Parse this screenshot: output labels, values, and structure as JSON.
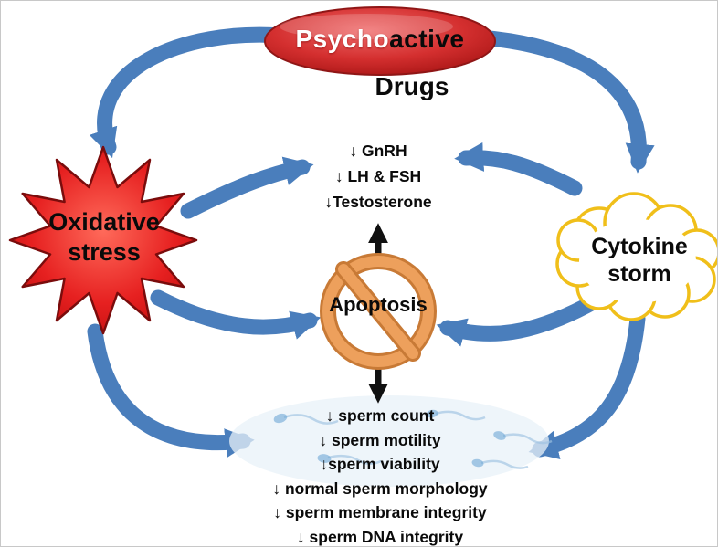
{
  "diagram": {
    "drugs_node": {
      "highlight": "Psycho",
      "rest": "active",
      "line2": "Drugs"
    },
    "oxidative_node": {
      "line1": "Oxidative",
      "line2": "stress"
    },
    "cytokine_node": {
      "line1": "Cytokine",
      "line2": "storm"
    },
    "hormone_effects": {
      "items": [
        "↓ GnRH",
        "↓ LH & FSH",
        "↓Testosterone"
      ]
    },
    "apoptosis_label": "Apoptosis",
    "sperm_effects": {
      "items": [
        "↓ sperm count",
        "↓ sperm motility",
        "↓sperm viability",
        "↓ normal sperm morphology",
        "↓ sperm membrane integrity",
        "↓ sperm DNA integrity"
      ]
    },
    "colors": {
      "arrow_blue": "#4a7ebc",
      "node_red": "#c41414",
      "node_red_dark": "#7a0c0c",
      "cloud_yellow": "#f0bf1a",
      "prohibition_orange": "#eda05c",
      "prohibition_orange_dark": "#c87a36",
      "text_black": "#0a0a0a",
      "sperm_blue": "#6fa8d6"
    }
  }
}
